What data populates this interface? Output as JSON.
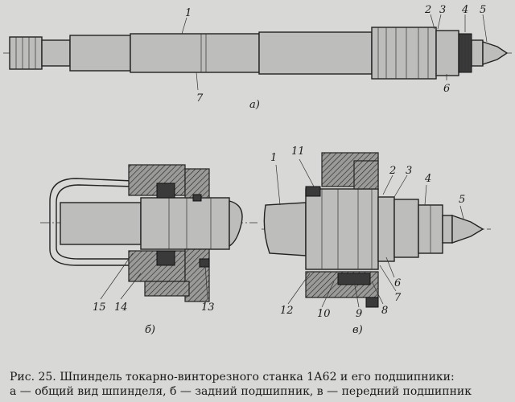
{
  "panels": {
    "a": {
      "label": "а)",
      "callouts": [
        "1",
        "2",
        "3",
        "4",
        "5",
        "6",
        "7"
      ]
    },
    "b": {
      "label": "б)",
      "callouts": [
        "15",
        "14",
        "13"
      ]
    },
    "v": {
      "label": "в)",
      "callouts": [
        "1",
        "11",
        "2",
        "3",
        "4",
        "5",
        "6",
        "7",
        "8",
        "9",
        "10",
        "12"
      ]
    }
  },
  "caption": {
    "line1": "Рис. 25. Шпиндель токарно-винторезного станка 1А62 и его подшипники:",
    "line2": "а — общий вид шпинделя, б — задний подшипник, в — передний подшипник"
  }
}
